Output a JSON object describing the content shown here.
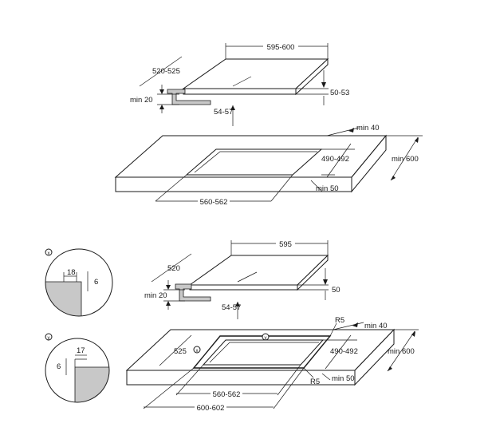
{
  "top_cooktop": {
    "width": "595-600",
    "depth": "520-525",
    "height": "50-53",
    "min_gap": "min 20",
    "clip": "54-57"
  },
  "top_worktop": {
    "min_back": "min 40",
    "cutout_depth": "490-492",
    "min_depth": "min 600",
    "min_front": "min 50",
    "cutout_width": "560-562"
  },
  "detail_x": {
    "marker": "x",
    "width": "18",
    "height": "6"
  },
  "detail_y": {
    "marker": "y",
    "width": "17",
    "height": "6"
  },
  "bottom_cooktop": {
    "width": "595",
    "depth": "520",
    "height": "50",
    "min_gap": "min 20",
    "clip": "54-57"
  },
  "bottom_worktop": {
    "radius_top": "R5",
    "min_back": "min 40",
    "depth": "525",
    "cutout_depth": "490-492",
    "min_depth": "min 600",
    "radius_bottom": "R5",
    "min_front": "min 50",
    "cutout_width": "560-562",
    "outer_width": "600-602",
    "marker_x": "x",
    "marker_y": "y"
  }
}
